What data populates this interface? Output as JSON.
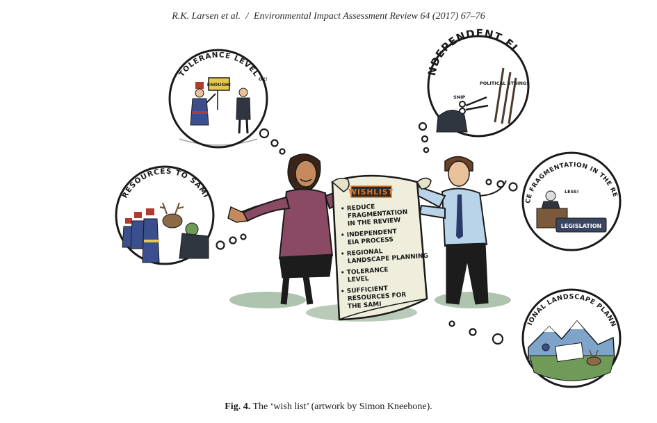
{
  "header": {
    "authors": "R.K. Larsen et al.",
    "separator": "/",
    "journal": "Environmental Impact Assessment Review 64 (2017) 67–76"
  },
  "artwork": {
    "scroll_title": "WISHLIST",
    "wishlist_items": [
      [
        "• REDUCE",
        "FRAGMENTATION",
        "IN THE REVIEW"
      ],
      [
        "• INDEPENDENT",
        "EIA PROCESS"
      ],
      [
        "• REGIONAL",
        "LANDSCAPE PLANNING"
      ],
      [
        "• TOLERANCE",
        "LEVEL"
      ],
      [
        "• SUFFICIENT",
        "RESOURCES FOR",
        "THE SAMI"
      ]
    ],
    "bubbles": {
      "tolerance": {
        "title": "TOLERANCE LEVEL",
        "sign": "ENOUGH!",
        "speech": "OK!"
      },
      "resources": {
        "title": "RESOURCES TO SAMI"
      },
      "independent": {
        "title": "INDEPENDENT EIA",
        "strings": "POLITICAL STRINGS",
        "snip": "SNIP"
      },
      "fragmentation": {
        "title": "REDUCE FRAGMENTATION IN THE REVIEW",
        "speech": "LESS!",
        "box": "LEGISLATION"
      },
      "regional": {
        "title": "REGIONAL LANDSCAPE PLANNING"
      }
    }
  },
  "caption": {
    "label": "Fig. 4.",
    "text": "The ‘wish list’ (artwork by Simon Kneebone)."
  },
  "colors": {
    "ink": "#1a1a1a",
    "scroll": "#efeedd",
    "woman_top": "#8a4a64",
    "man_shirt": "#b9d4e8",
    "sami_blue": "#3b4f8f",
    "sami_red": "#b23a2e",
    "shadow": "#9ab59a"
  }
}
